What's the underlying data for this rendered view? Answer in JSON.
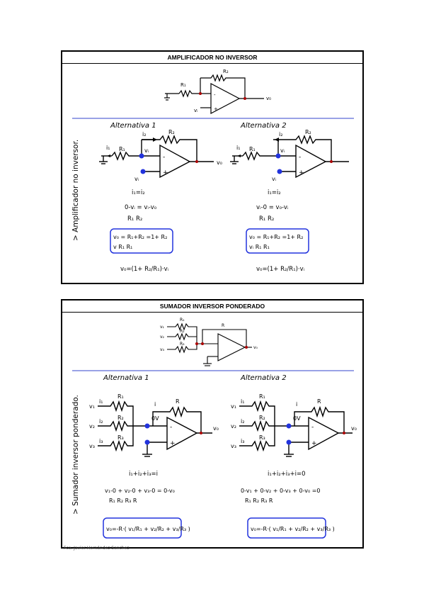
{
  "panel1": {
    "title": "AMPLIFICADOR NO INVERSOR",
    "side_label": "> Amplificador no inversor.",
    "alt1": {
      "label": "Alternativa 1",
      "eq1": "i₁=i₂",
      "eq2": "0-vᵢ = vᵢ-v₀ / R₁ R₂",
      "eq3": "v₀/vᵢ = (R₁+R₂)/R₁ = 1+ R₂/R₁",
      "eq4": "v₀ = (1+ R₂/R₁)·vᵢ"
    },
    "alt2": {
      "label": "Alternativa 2",
      "eq1": "i₁=i₂",
      "eq2": "vᵢ-0 / R₁ = v₀-vᵢ / R₂",
      "eq3": "v₀/vᵢ = (R₁+R₂)/R₁ = 1+ R₂/R₁",
      "eq4": "v₀ = (1+ R₂/R₁)·vᵢ"
    }
  },
  "panel2": {
    "title": "SUMADOR INVERSOR PONDERADO",
    "side_label": "> Sumador inversor ponderado.",
    "alt1": {
      "label": "Alternativa 1",
      "eq1": "i₁+i₂+i₃=i",
      "eq2": "v₁-0/R₁ + v₂-0/R₂ + v₃-0/R₃ = 0-v₀/R",
      "eq3": "v₀=-R·(v₁/R₁ + v₂/R₂ + v₃/R₃)"
    },
    "alt2": {
      "label": "Alternativa 2",
      "eq1": "i₁+i₂+i₃+i=0",
      "eq2": "0-v₁/R₁ + 0-v₂/R₂ + 0-v₃/R₃ + 0-v₀/R = 0",
      "eq3": "v₀=-R·(v₁/R₁ + v₂/R₂ + v₃/R₃)"
    }
  },
  "footer": "Fco. Javier Hernández Sanchez"
}
